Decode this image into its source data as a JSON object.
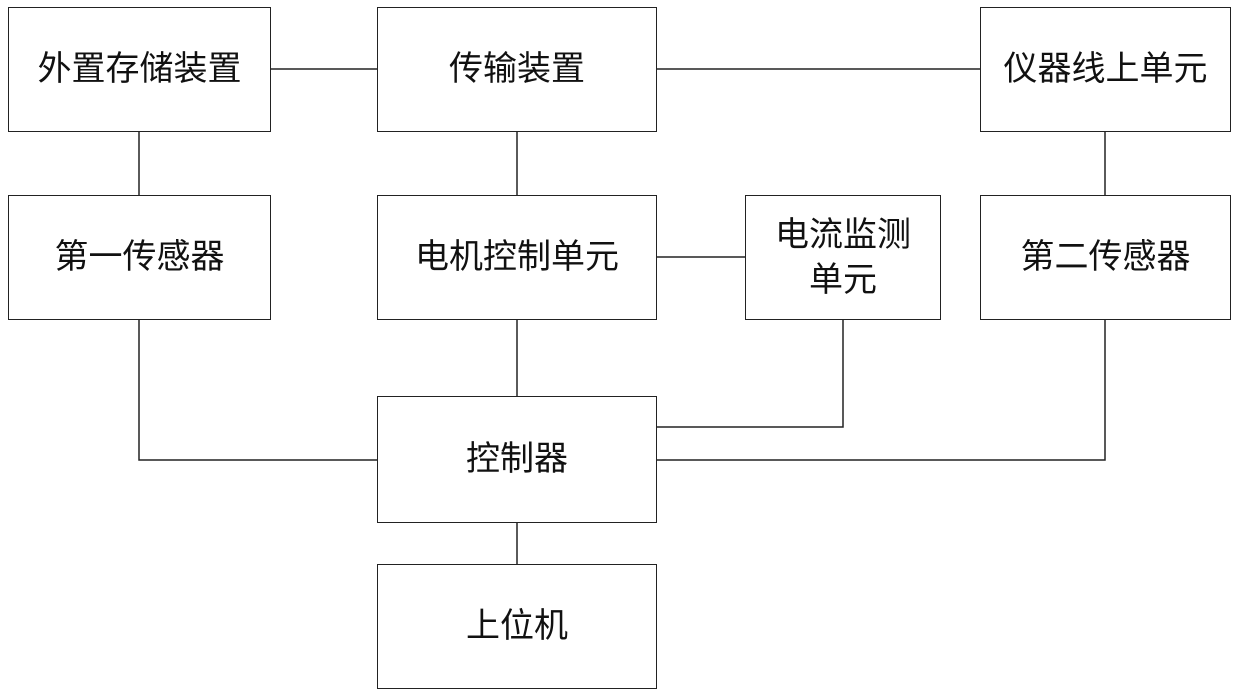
{
  "diagram": {
    "nodes": {
      "external_storage": "外置存储装置",
      "transmission": "传输装置",
      "instrument_online_unit": "仪器线上单元",
      "first_sensor": "第一传感器",
      "motor_control_unit": "电机控制单元",
      "current_monitor_unit": "电流监测单元",
      "second_sensor": "第二传感器",
      "controller": "控制器",
      "host_computer": "上位机"
    },
    "edges": [
      [
        "external_storage",
        "transmission"
      ],
      [
        "transmission",
        "instrument_online_unit"
      ],
      [
        "external_storage",
        "first_sensor"
      ],
      [
        "transmission",
        "motor_control_unit"
      ],
      [
        "instrument_online_unit",
        "second_sensor"
      ],
      [
        "motor_control_unit",
        "current_monitor_unit"
      ],
      [
        "motor_control_unit",
        "controller"
      ],
      [
        "current_monitor_unit",
        "controller"
      ],
      [
        "first_sensor",
        "controller"
      ],
      [
        "second_sensor",
        "controller"
      ],
      [
        "controller",
        "host_computer"
      ]
    ],
    "colors": {
      "line": "#222222",
      "text": "#111111",
      "background": "#ffffff"
    }
  }
}
